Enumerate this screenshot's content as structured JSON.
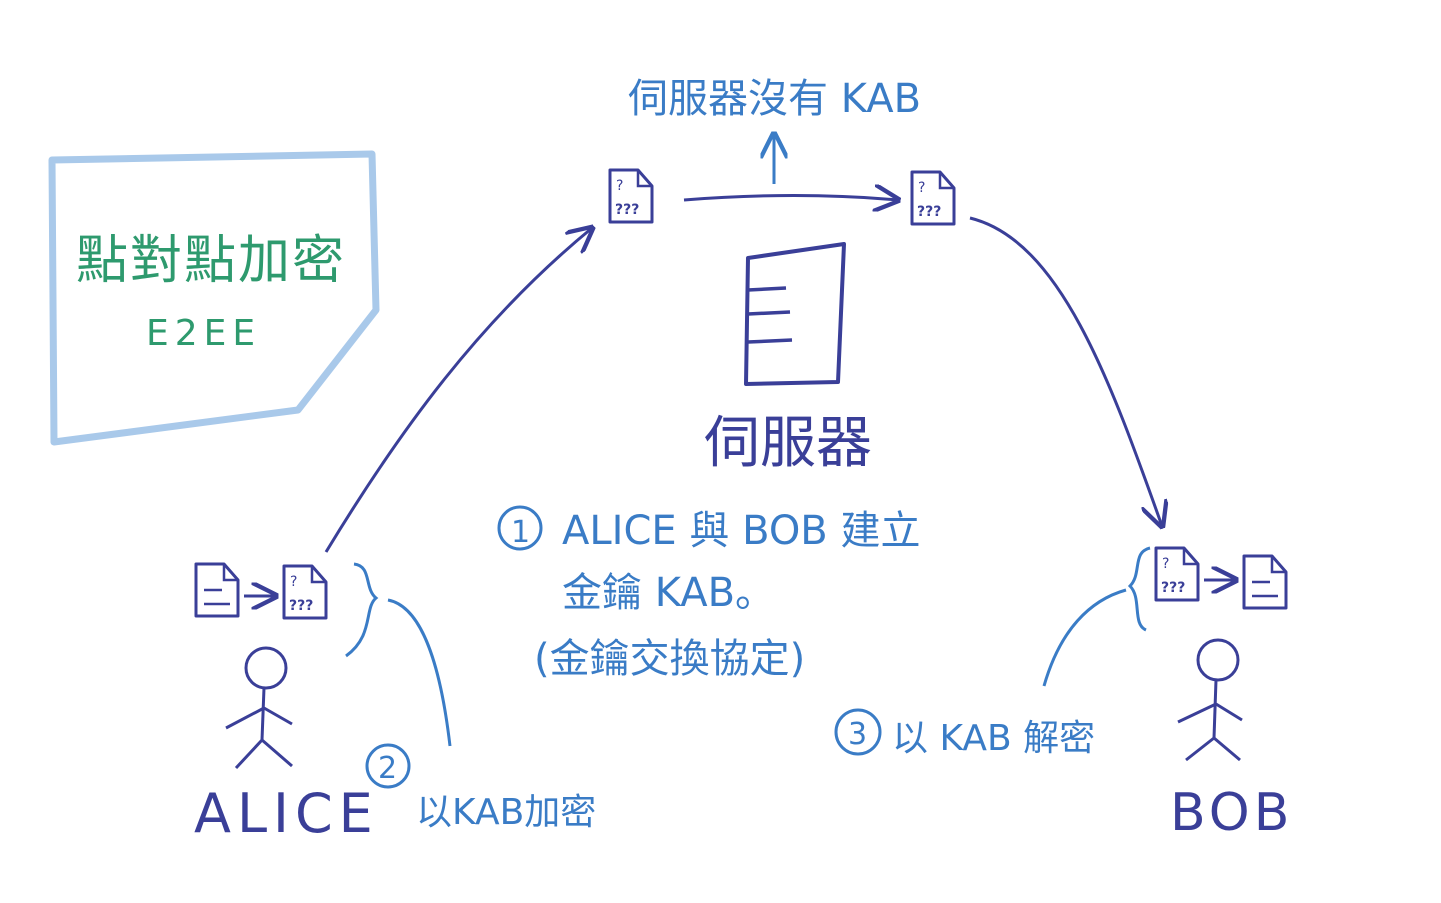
{
  "title_box": {
    "title": "點對點加密",
    "subtitle": "E2EE"
  },
  "server": {
    "label": "伺服器",
    "no_key_note": "伺服器沒有 KAB"
  },
  "alice": {
    "name": "ALICE"
  },
  "bob": {
    "name": "BOB"
  },
  "steps": [
    {
      "number": "1",
      "lines": [
        "ALICE 與 BOB 建立",
        "金鑰 KAB。",
        "(金鑰交換協定)"
      ]
    },
    {
      "number": "2",
      "lines": [
        "以KAB加密"
      ]
    },
    {
      "number": "3",
      "lines": [
        "以 KAB 解密"
      ]
    }
  ],
  "file_icon": {
    "unknown_marks": "???",
    "question_mark": "?"
  },
  "colors": {
    "title_green": "#2e9a6e",
    "box_light_blue": "#a9c9ea",
    "text_blue": "#3a7cc6",
    "ink_navy": "#3a3f98"
  }
}
